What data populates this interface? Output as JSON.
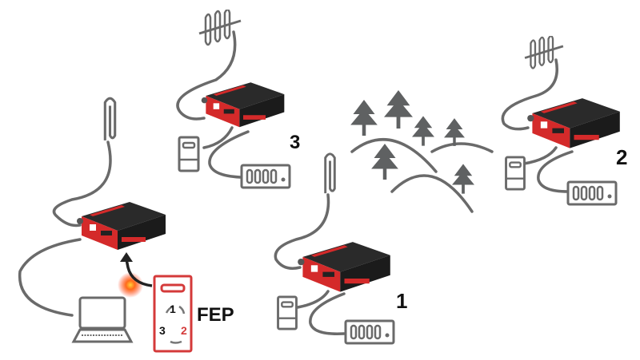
{
  "labels": {
    "site_1": "1",
    "site_2": "2",
    "site_3": "3",
    "fep": "FEP",
    "cycle_1": "1",
    "cycle_2": "2",
    "cycle_3": "3"
  },
  "colors": {
    "router_red": "#d42a2a",
    "router_body": "#1e1e1e",
    "outline_gray": "#6a6a6a",
    "fep_red": "#d43a3a",
    "tree_gray": "#5f6162"
  }
}
